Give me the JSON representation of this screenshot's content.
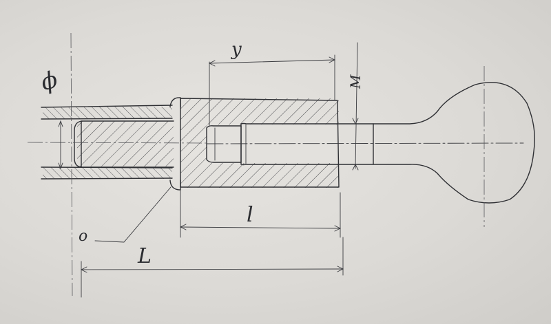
{
  "labels": {
    "diameter": "ϕ",
    "y": "y",
    "M": "M",
    "l": "l",
    "L": "L",
    "o": "o"
  },
  "colors": {
    "paper": "#e6e4e0",
    "ink": "#2f3034"
  }
}
